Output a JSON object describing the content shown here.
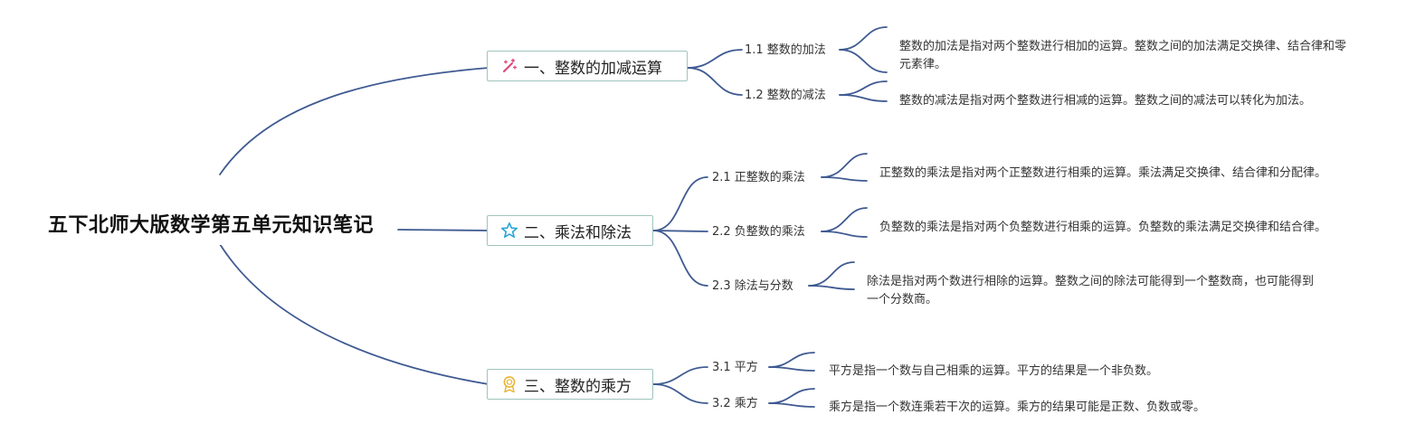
{
  "central": {
    "title": "五下北师大版数学第五单元知识笔记"
  },
  "branches": [
    {
      "title": "一、整数的加减运算",
      "icon": "magic-wand-icon",
      "icon_color": "#e0457b",
      "children": [
        {
          "label": "1.1 整数的加法",
          "detail": "整数的加法是指对两个整数进行相加的运算。整数之间的加法满足交换律、结合律和零元素律。"
        },
        {
          "label": "1.2 整数的减法",
          "detail": "整数的减法是指对两个整数进行相减的运算。整数之间的减法可以转化为加法。"
        }
      ]
    },
    {
      "title": "二、乘法和除法",
      "icon": "star-outline-icon",
      "icon_color": "#2aa6d6",
      "children": [
        {
          "label": "2.1 正整数的乘法",
          "detail": "正整数的乘法是指对两个正整数进行相乘的运算。乘法满足交换律、结合律和分配律。"
        },
        {
          "label": "2.2 负整数的乘法",
          "detail": "负整数的乘法是指对两个负整数进行相乘的运算。负整数的乘法满足交换律和结合律。"
        },
        {
          "label": "2.3 除法与分数",
          "detail": "除法是指对两个数进行相除的运算。整数之间的除法可能得到一个整数商，也可能得到一个分数商。"
        }
      ]
    },
    {
      "title": "三、整数的乘方",
      "icon": "award-ribbon-icon",
      "icon_color": "#e8b63a",
      "children": [
        {
          "label": "3.1 平方",
          "detail": "平方是指一个数与自己相乘的运算。平方的结果是一个非负数。"
        },
        {
          "label": "3.2 乘方",
          "detail": "乘方是指一个数连乘若干次的运算。乘方的结果可能是正数、负数或零。"
        }
      ]
    }
  ],
  "colors": {
    "connector": "#3f5a92",
    "topic_border": "#9fc5bd"
  }
}
